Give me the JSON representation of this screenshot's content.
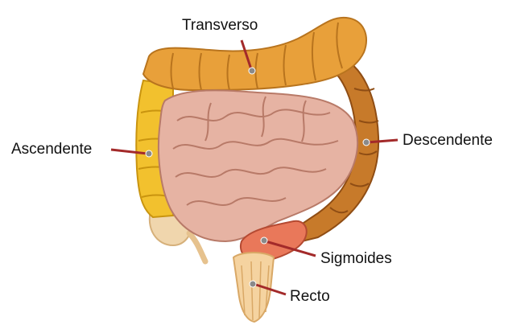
{
  "labels": {
    "transverso": "Transverso",
    "ascendente": "Ascendente",
    "descendente": "Descendente",
    "sigmoides": "Sigmoides",
    "recto": "Recto"
  },
  "colors": {
    "transverse": "#e8a03a",
    "transverse_dark": "#b8741e",
    "ascending": "#f2c12e",
    "ascending_dark": "#c9940f",
    "descending": "#c77a2a",
    "descending_dark": "#8f4d14",
    "small_intestine": "#e6b3a3",
    "small_intestine_dark": "#b87a68",
    "sigmoid": "#e9785a",
    "rectum": "#f5d3a0",
    "rectum_dark": "#d9a866",
    "appendix": "#f0d6ad",
    "pointer": "#a32a2a"
  }
}
